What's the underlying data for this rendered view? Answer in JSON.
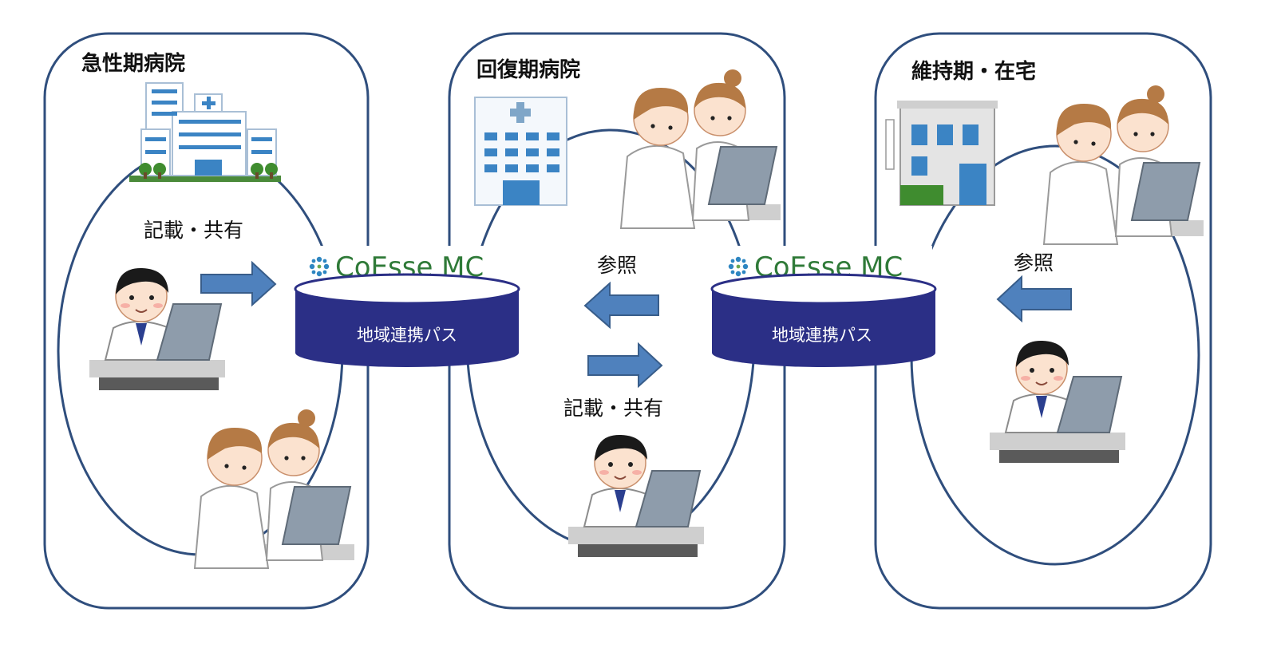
{
  "sections": {
    "acute": {
      "title": "急性期病院"
    },
    "recovery": {
      "title": "回復期病院"
    },
    "maintenance": {
      "title": "維持期・在宅"
    }
  },
  "labels": {
    "acute_write": "記載・共有",
    "recovery_refer": "参照",
    "recovery_write": "記載・共有",
    "maintenance_refer": "参照"
  },
  "systems": [
    {
      "logo": "CoEsse MC",
      "db_label": "地域連携パス"
    },
    {
      "logo": "CoEsse MC",
      "db_label": "地域連携パス"
    }
  ],
  "colors": {
    "frame": "#2f4e7d",
    "arrow_fill": "#4f81bd",
    "arrow_stroke": "#385d8a",
    "db_fill": "#2b2f86",
    "logo_text": "#2f7a38",
    "logo_mark": "#2e86c1"
  },
  "icons": [
    "hospital-large-icon",
    "hospital-small-icon",
    "care-facility-icon",
    "doctor-icon",
    "nurses-icon"
  ]
}
